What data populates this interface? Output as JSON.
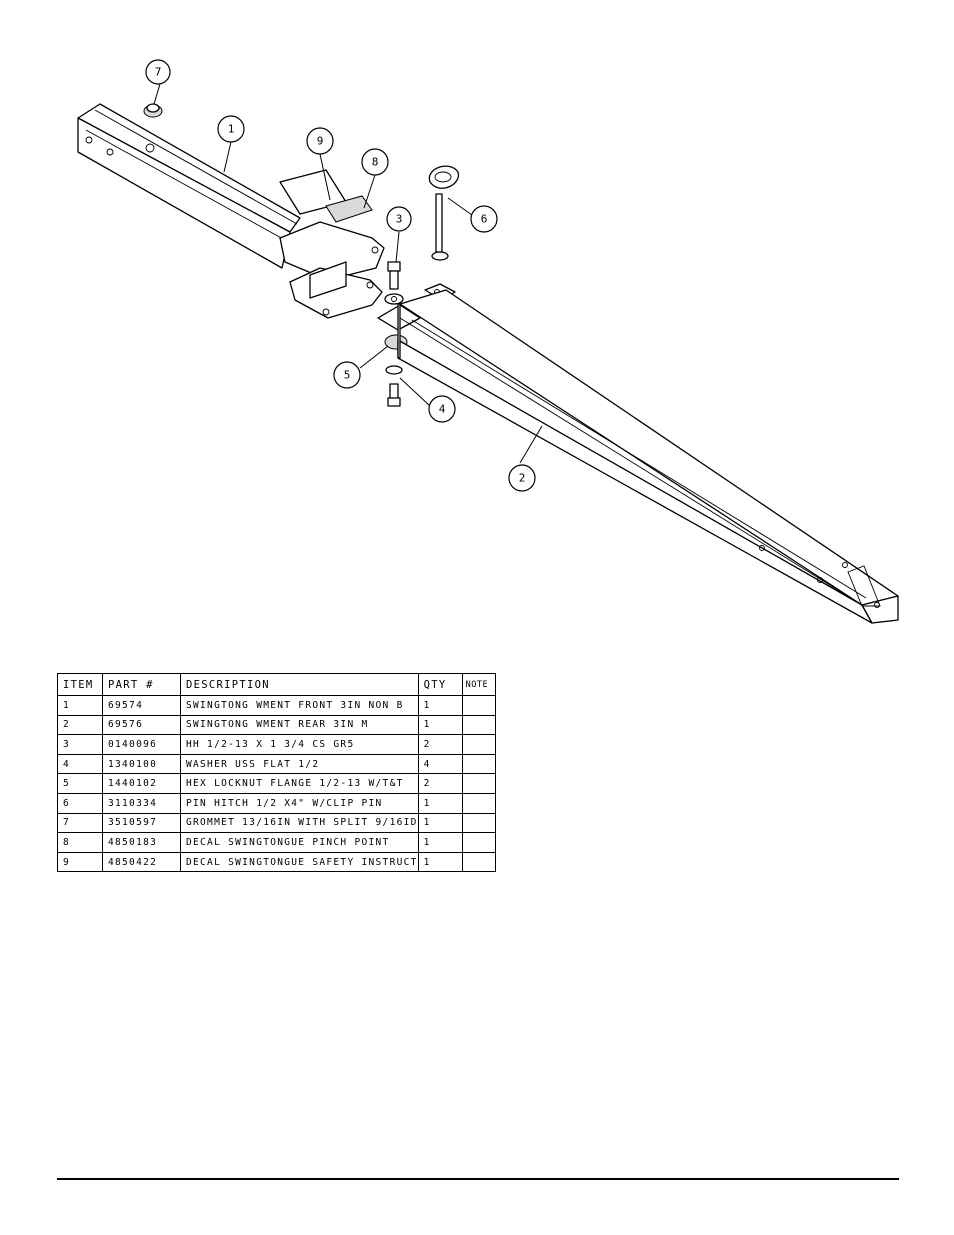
{
  "balloons": {
    "b1": "1",
    "b2": "2",
    "b3": "3",
    "b4": "4",
    "b5": "5",
    "b6": "6",
    "b7": "7",
    "b8": "8",
    "b9": "9"
  },
  "bom": {
    "headers": {
      "item": "ITEM",
      "part": "PART #",
      "description": "DESCRIPTION",
      "qty": "QTY",
      "note": "NOTE"
    },
    "rows": [
      {
        "item": "1",
        "part": "69574",
        "description": "SWINGTONG WMENT FRONT 3IN NON B",
        "qty": "1",
        "note": ""
      },
      {
        "item": "2",
        "part": "69576",
        "description": "SWINGTONG WMENT REAR 3IN M",
        "qty": "1",
        "note": ""
      },
      {
        "item": "3",
        "part": "0140096",
        "description": "HH 1/2-13 X 1 3/4 CS GR5",
        "qty": "2",
        "note": ""
      },
      {
        "item": "4",
        "part": "1340100",
        "description": "WASHER USS FLAT 1/2",
        "qty": "4",
        "note": ""
      },
      {
        "item": "5",
        "part": "1440102",
        "description": "HEX LOCKNUT FLANGE 1/2-13 W/T&T",
        "qty": "2",
        "note": ""
      },
      {
        "item": "6",
        "part": "3110334",
        "description": "PIN HITCH 1/2 X4\" W/CLIP PIN",
        "qty": "1",
        "note": ""
      },
      {
        "item": "7",
        "part": "3510597",
        "description": "GROMMET 13/16IN  WITH SPLIT 9/16ID",
        "qty": "1",
        "note": ""
      },
      {
        "item": "8",
        "part": "4850183",
        "description": "DECAL SWINGTONGUE PINCH POINT",
        "qty": "1",
        "note": ""
      },
      {
        "item": "9",
        "part": "4850422",
        "description": "DECAL SWINGTONGUE SAFETY INSTRUCT",
        "qty": "1",
        "note": ""
      }
    ]
  }
}
